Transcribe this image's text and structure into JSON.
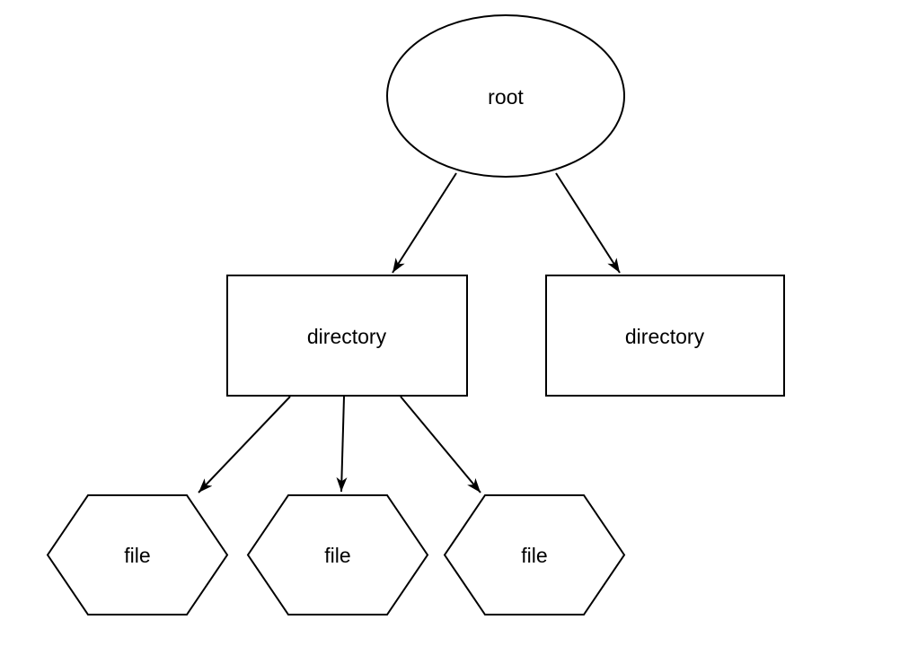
{
  "diagram": {
    "title": "filesystem-tree-diagram",
    "background_color": "#ffffff",
    "stroke_color": "#000000",
    "text_color": "#000000",
    "nodes": [
      {
        "id": "root",
        "label": "root",
        "shape": "ellipse"
      },
      {
        "id": "directory-left",
        "label": "directory",
        "shape": "rectangle"
      },
      {
        "id": "directory-right",
        "label": "directory",
        "shape": "rectangle"
      },
      {
        "id": "file-1",
        "label": "file",
        "shape": "hexagon"
      },
      {
        "id": "file-2",
        "label": "file",
        "shape": "hexagon"
      },
      {
        "id": "file-3",
        "label": "file",
        "shape": "hexagon"
      }
    ],
    "edges": [
      {
        "from": "root",
        "to": "directory-left",
        "arrow": "classic-filled"
      },
      {
        "from": "root",
        "to": "directory-right",
        "arrow": "classic-filled"
      },
      {
        "from": "directory-left",
        "to": "file-1",
        "arrow": "classic-filled"
      },
      {
        "from": "directory-left",
        "to": "file-2",
        "arrow": "classic-filled"
      },
      {
        "from": "directory-left",
        "to": "file-3",
        "arrow": "classic-filled"
      }
    ]
  }
}
